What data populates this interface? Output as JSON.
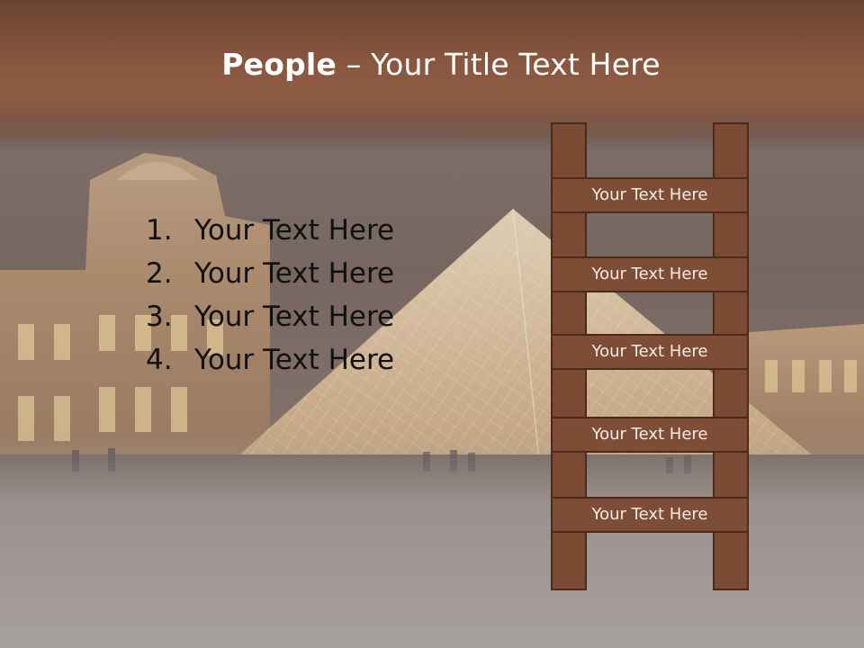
{
  "title": {
    "bold": "People",
    "rest": " – Your Title Text Here"
  },
  "list": [
    {
      "num": "1.",
      "text": "Your Text Here"
    },
    {
      "num": "2.",
      "text": "Your Text Here"
    },
    {
      "num": "3.",
      "text": "Your Text Here"
    },
    {
      "num": "4.",
      "text": "Your Text Here"
    }
  ],
  "ladder": {
    "rungs": [
      "Your Text Here",
      "Your Text Here",
      "Your Text Here",
      "Your Text Here",
      "Your Text Here"
    ]
  },
  "colors": {
    "header": "#8a5740",
    "ladder_wood": "#7a4a32",
    "ladder_border": "#4b2a1b",
    "title_text": "#ffffff",
    "list_text": "#111111"
  }
}
